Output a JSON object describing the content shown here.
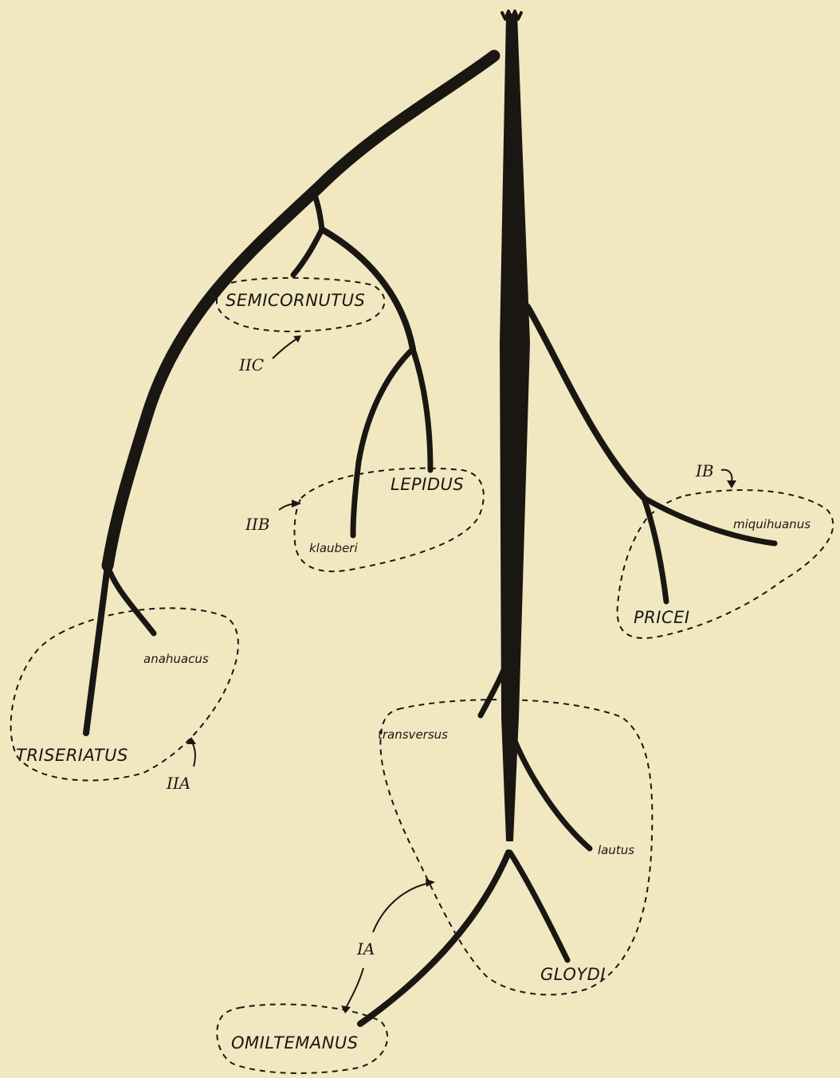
{
  "tree": {
    "groups": {
      "semicornutus": {
        "name": "SEMICORNUTUS",
        "code": "IIC"
      },
      "lepidus": {
        "species": [
          "LEPIDUS",
          "klauberi"
        ],
        "code": "IIB"
      },
      "triseriatus": {
        "species": [
          "anahuacus",
          "TRISERIATUS"
        ],
        "code": "IIA"
      },
      "pricei": {
        "species": [
          "miquihuanus",
          "PRICEI"
        ],
        "code": "IB"
      },
      "gloydi": {
        "species": [
          "transversus",
          "lautus",
          "GLOYDI"
        ],
        "code": "IA"
      },
      "omiltemanus": {
        "name": "OMILTEMANUS"
      }
    }
  }
}
